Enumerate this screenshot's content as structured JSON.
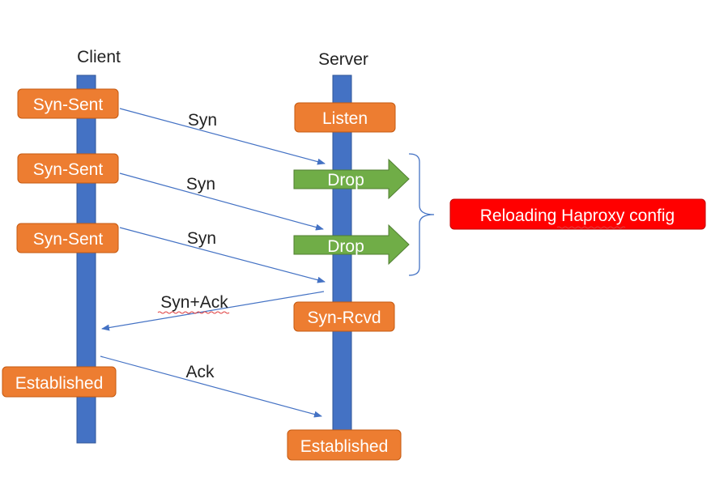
{
  "lifelines": {
    "client": "Client",
    "server": "Server"
  },
  "client_states": {
    "syn_sent_1": "Syn-Sent",
    "syn_sent_2": "Syn-Sent",
    "syn_sent_3": "Syn-Sent",
    "established": "Established"
  },
  "server_states": {
    "listen": "Listen",
    "syn_rcvd": "Syn-Rcvd",
    "established": "Established"
  },
  "messages": {
    "syn_1": "Syn",
    "syn_2": "Syn",
    "syn_3": "Syn",
    "syn_ack": "Syn+Ack",
    "ack": "Ack"
  },
  "drops": {
    "drop_1": "Drop",
    "drop_2": "Drop"
  },
  "annotation": {
    "reload": "Reloading Haproxy config"
  },
  "colors": {
    "lifeline": "#4472C4",
    "state_box": "#ED7D31",
    "drop_arrow": "#70AD47",
    "reload_box": "#FF0000",
    "message_line": "#4472C4"
  }
}
